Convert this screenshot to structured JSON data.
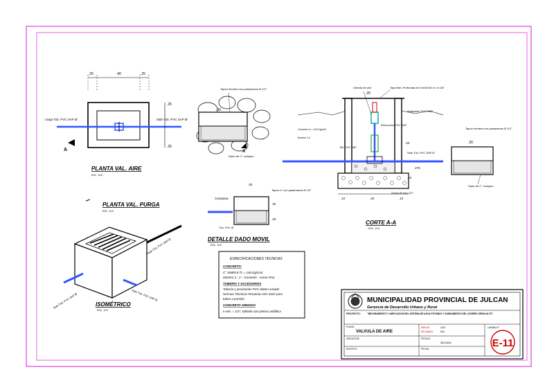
{
  "colors": {
    "border": "#e040e0",
    "ink": "#000000",
    "pipe": "#3355ff",
    "accent": "#cc0000",
    "cyan": "#00aaaa",
    "green": "#009900"
  },
  "views": {
    "planta_aire": {
      "title": "PLANTA VAL. AIRE",
      "scale": "ESC. 1/10",
      "section_mark": "A",
      "pipe_left": "Llega Tub. PVC SAP Ø",
      "pipe_right": "Sale Tub. PVC SAP Ø",
      "dim_top_1": ".25",
      "dim_top_2": ".40",
      "dim_top_3": ".25",
      "dim_right_1": ".25",
      "dim_right_2": ".25"
    },
    "detail_top": {
      "note_top": "Tapón hembra con pasamanos Ø 1/2\"",
      "dim": ".30",
      "note_bottom": "Dado de C° ciclópeo",
      "section_mark": "A"
    },
    "corte": {
      "title": "CORTE A-A",
      "scale": "ESC. 1/10",
      "note_top": "Tapa Met. Perforada de 0.60x0.60 m, e=1/8\"",
      "valve_label": "Válvula de aire",
      "reduction_label": "Reducción PVC SAP",
      "adapter_label": "Adaptador PVC SAP",
      "pipe_label": "Tee PVC SAP",
      "sale_label": "Sale Tub. PVC SAP Ø",
      "gravel_label": "Grava Ø min=1/2\"",
      "dim_top": ".20",
      "dim_bottom_1": ".10",
      "dim_bottom_2": ".40",
      "dim_bottom_3": ".10",
      "spec_1": "Concreto f'c = 140 Kg/cm2",
      "spec_2": "Mortero 1:4",
      "dim_side": ".275",
      "dim_10": ".10",
      "dim_20": ".20"
    },
    "detail_right": {
      "note_top": "Tapón hembra con pasamanos Ø 1/2\"",
      "dim": ".30",
      "note_bottom": "Dado de C° ciclópeo"
    },
    "planta_purga": {
      "title": "PLANTA VAL. PURGA",
      "scale": "ESC. 1/10"
    },
    "detalle_dado": {
      "title": "DETALLE DADO MOVIL",
      "scale": "ESC. 1/10",
      "label_left": "Campana",
      "label_right": "Tapón H. con pasamanos Ø 1/2\"",
      "label_bottom": "Tub. PVC Ø",
      "dim_1": ".30",
      "dim_2": ".20",
      "dim_3": ".20"
    },
    "isometrico": {
      "title": "ISOMÉTRICO",
      "scale": "ESC. 1/10",
      "label_1": "Llega Tub. PVC SAP Ø",
      "label_2": "Sale Tub. PVC SAP Ø",
      "label_3": "Sale Tub. PVC SAP Ø"
    }
  },
  "specs": {
    "title": "ESPECIFICACIONES TECNICAS",
    "h1": "CONCRETO:",
    "l1": "C° SIMPLE f'c = 140 Kg/cm2",
    "l2": "Mortero 1 : 2 – Cemento : Arena Fina",
    "h2": "TUBERIA Y ACCESORIOS",
    "l3": "Tubería y accesorios PVC deben cumplir",
    "l4": "Normas Técnicas Peruanas ISO 4422 para",
    "l5": "tubos a presión.",
    "h3": "CONCRETO ARMADO",
    "l6": "e min. = 1/2\", tablado con pintura asfáltica"
  },
  "title_block": {
    "entity": "MUNICIPALIDAD PROVINCIAL DE JULCAN",
    "department": "Gerencia de Desarrollo Urbano y Rural",
    "project_label": "PROYECTO:",
    "project": "\"MEJORAMIENTO Y AMPLIACION DEL SISTEMA DE AGUA POTABLE Y SANEAMIENTO DEL CASERIO SIRAN ALTO\"",
    "plan_label": "PLANO:",
    "plan_name": "VALVULA DE AIRE",
    "ubic_label": "UBICACION:",
    "dist_label": "DISTRITO:",
    "row1_a": "DIBUJO:",
    "row1_b": "CAD",
    "row2_a": "REVISADO:",
    "row2_b": "ING.",
    "escala_label": "ESCALA:",
    "escala": "INDICADA",
    "fecha_label": "FECHA:",
    "lamina_label": "LAMINA N°:",
    "sheet_code": "E-11"
  }
}
